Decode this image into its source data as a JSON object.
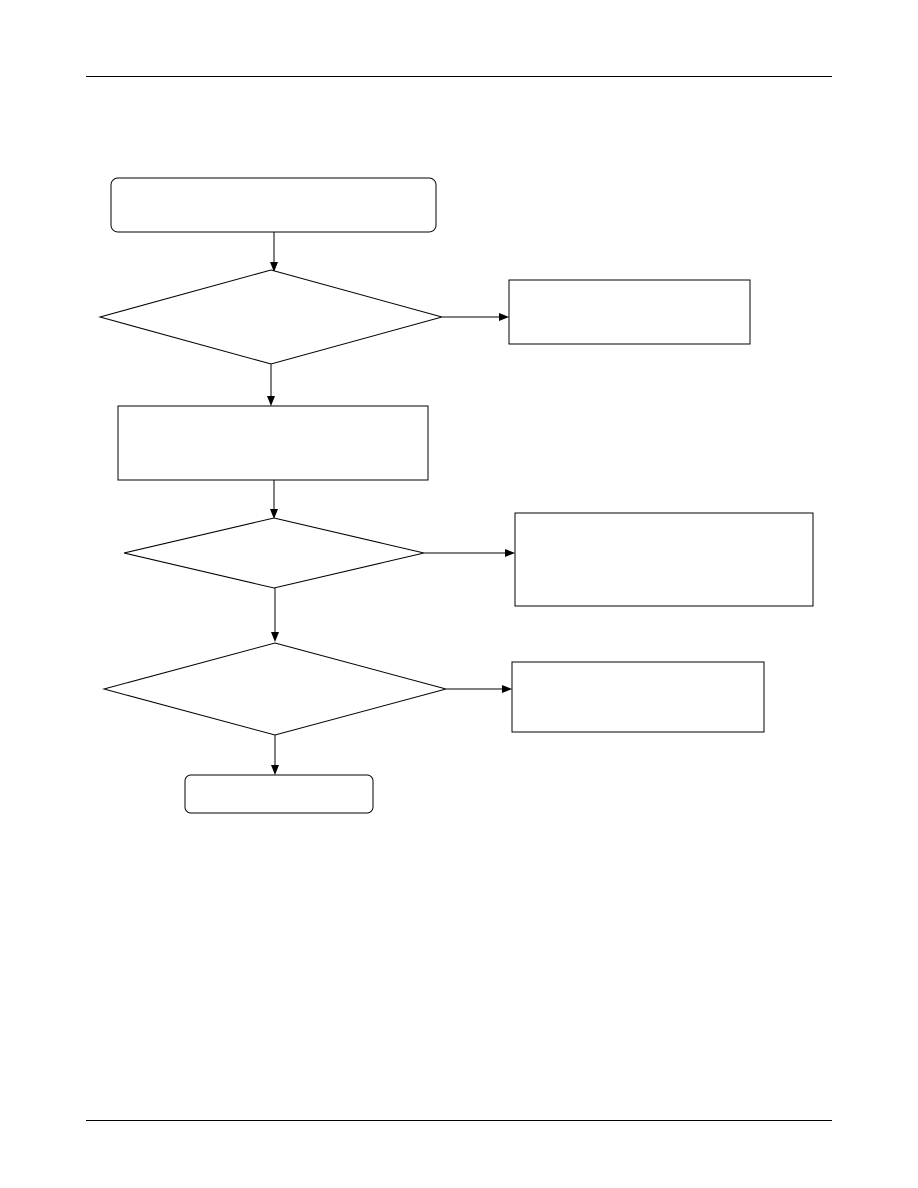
{
  "colors": {
    "stroke": "#000000",
    "fill": "#ffffff",
    "background": "#ffffff"
  },
  "diagram": {
    "type": "flowchart",
    "nodes": [
      {
        "id": "start",
        "shape": "rounded-rectangle",
        "label": ""
      },
      {
        "id": "decision-1",
        "shape": "diamond",
        "label": ""
      },
      {
        "id": "action-1",
        "shape": "rectangle",
        "label": ""
      },
      {
        "id": "process-1",
        "shape": "rectangle",
        "label": ""
      },
      {
        "id": "decision-2",
        "shape": "diamond",
        "label": ""
      },
      {
        "id": "action-2",
        "shape": "rectangle",
        "label": ""
      },
      {
        "id": "decision-3",
        "shape": "diamond",
        "label": ""
      },
      {
        "id": "action-3",
        "shape": "rectangle",
        "label": ""
      },
      {
        "id": "end",
        "shape": "rounded-rectangle",
        "label": ""
      }
    ],
    "edges": [
      {
        "from": "start",
        "to": "decision-1",
        "label": ""
      },
      {
        "from": "decision-1",
        "to": "action-1",
        "label": ""
      },
      {
        "from": "decision-1",
        "to": "process-1",
        "label": ""
      },
      {
        "from": "process-1",
        "to": "decision-2",
        "label": ""
      },
      {
        "from": "decision-2",
        "to": "action-2",
        "label": ""
      },
      {
        "from": "decision-2",
        "to": "decision-3",
        "label": ""
      },
      {
        "from": "decision-3",
        "to": "action-3",
        "label": ""
      },
      {
        "from": "decision-3",
        "to": "end",
        "label": ""
      }
    ]
  }
}
